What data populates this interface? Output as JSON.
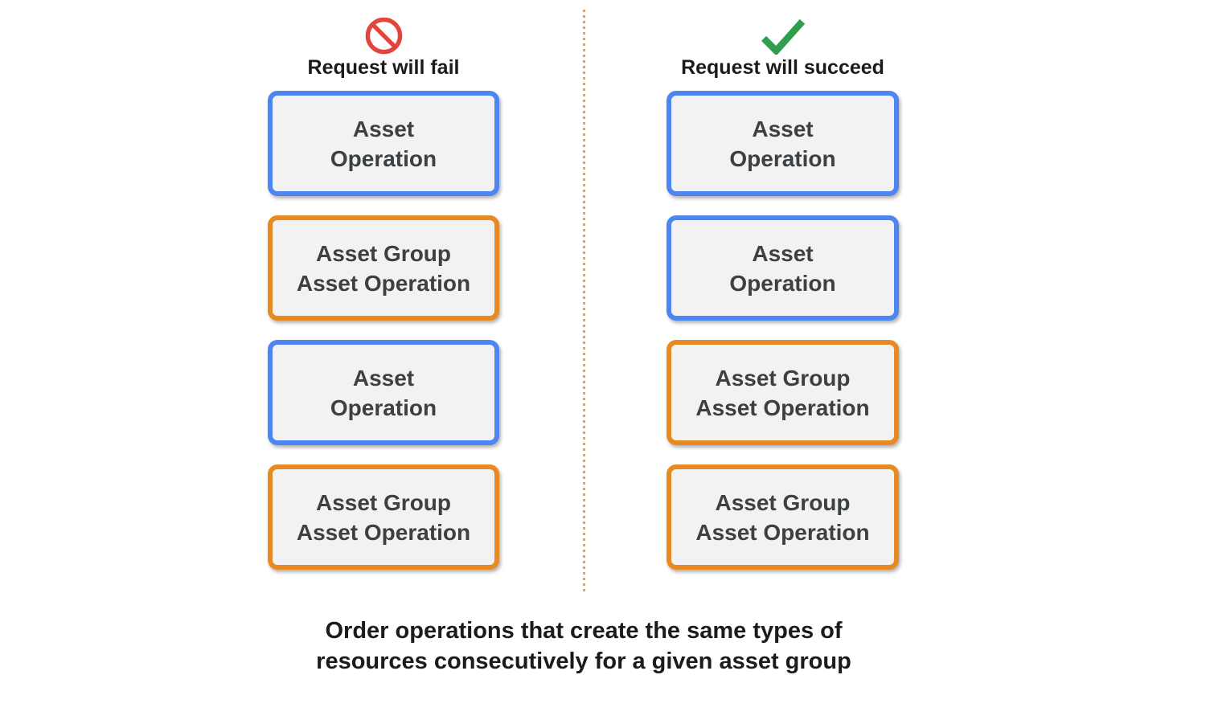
{
  "diagram": {
    "fail_column": {
      "icon": "prohibited-icon",
      "title": "Request will fail",
      "boxes": [
        {
          "label": "Asset\nOperation",
          "border": "blue"
        },
        {
          "label": "Asset Group\nAsset Operation",
          "border": "orange"
        },
        {
          "label": "Asset\nOperation",
          "border": "blue"
        },
        {
          "label": "Asset Group\nAsset Operation",
          "border": "orange"
        }
      ]
    },
    "succeed_column": {
      "icon": "check-icon",
      "title": "Request will succeed",
      "boxes": [
        {
          "label": "Asset\nOperation",
          "border": "blue"
        },
        {
          "label": "Asset\nOperation",
          "border": "blue"
        },
        {
          "label": "Asset Group\nAsset Operation",
          "border": "orange"
        },
        {
          "label": "Asset Group\nAsset Operation",
          "border": "orange"
        }
      ]
    },
    "caption": "Order operations that create the same types of\nresources consecutively for a given asset group"
  },
  "colors": {
    "blue-border": "#4D86F0",
    "orange-border": "#E78A22",
    "box-fill": "#F2F2F2",
    "box-text": "#3C4043",
    "heading-text": "#1B1B1B",
    "check-green": "#2F9E4D",
    "prohibited-red": "#E2453C",
    "divider-orange": "#E9A14B"
  }
}
